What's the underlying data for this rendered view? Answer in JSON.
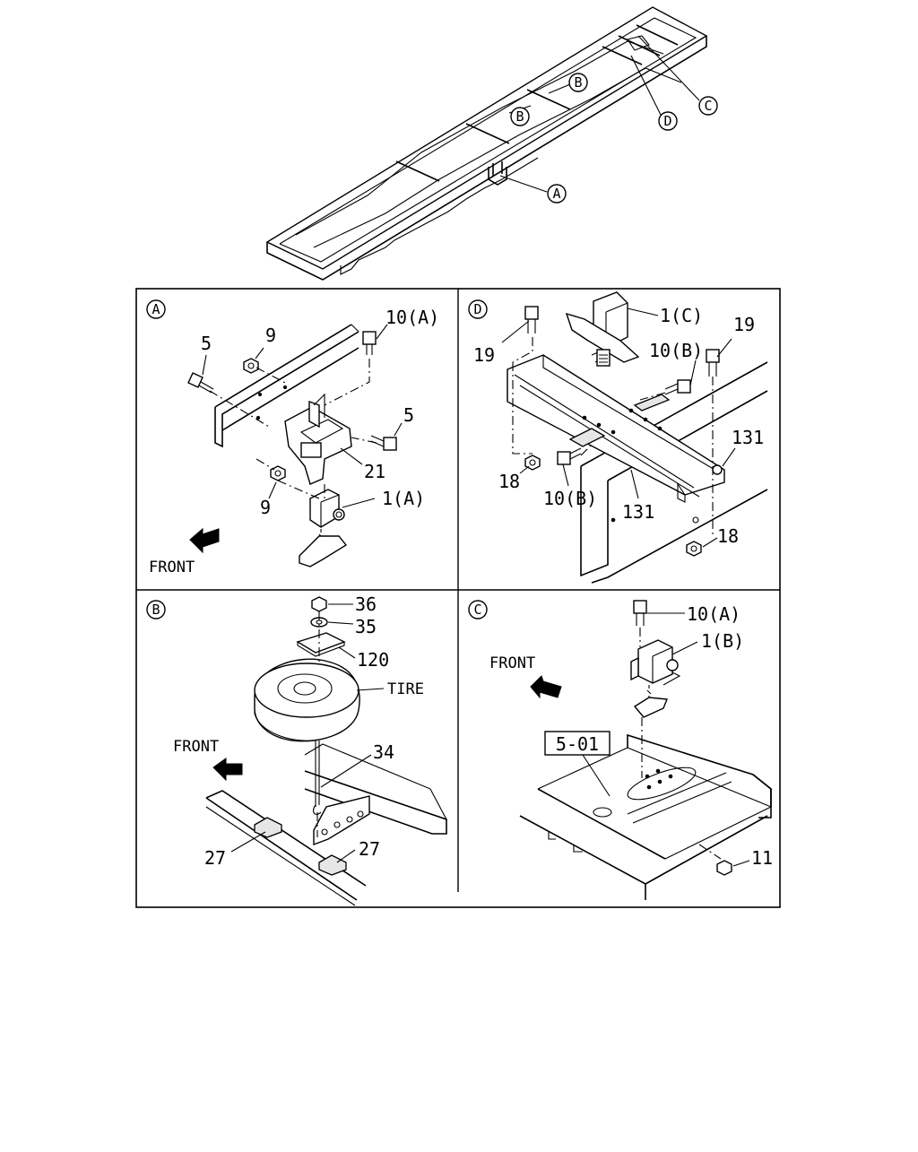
{
  "overview": {
    "callouts": [
      "B",
      "B",
      "D",
      "C",
      "A"
    ]
  },
  "panels": {
    "A": {
      "tag": "A",
      "labels": [
        "10(A)",
        "5",
        "9",
        "5",
        "21",
        "9",
        "1(A)"
      ],
      "front": "FRONT"
    },
    "D": {
      "tag": "D",
      "labels": [
        "19",
        "1(C)",
        "19",
        "10(B)",
        "131",
        "18",
        "10(B)",
        "131",
        "18"
      ]
    },
    "B": {
      "tag": "B",
      "labels": [
        "36",
        "35",
        "120",
        "TIRE",
        "34",
        "27",
        "27"
      ],
      "front": "FRONT"
    },
    "C": {
      "tag": "C",
      "labels": [
        "10(A)",
        "1(B)",
        "5-01",
        "11"
      ],
      "front": "FRONT"
    }
  }
}
